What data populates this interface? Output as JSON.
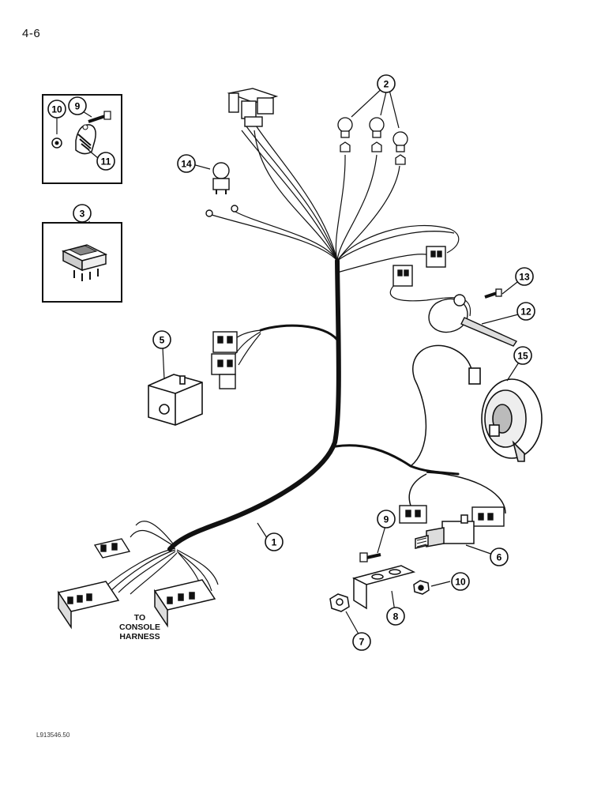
{
  "page": {
    "number": "4-6",
    "figure_code": "L913546.50"
  },
  "console_label": {
    "line1": "TO",
    "line2": "CONSOLE",
    "line3": "HARNESS"
  },
  "callouts": [
    "1",
    "2",
    "3",
    "5",
    "6",
    "7",
    "8",
    "9",
    "9",
    "10",
    "10",
    "11",
    "12",
    "13",
    "14",
    "15"
  ],
  "colors": {
    "ink": "#111111",
    "paper": "#ffffff"
  }
}
